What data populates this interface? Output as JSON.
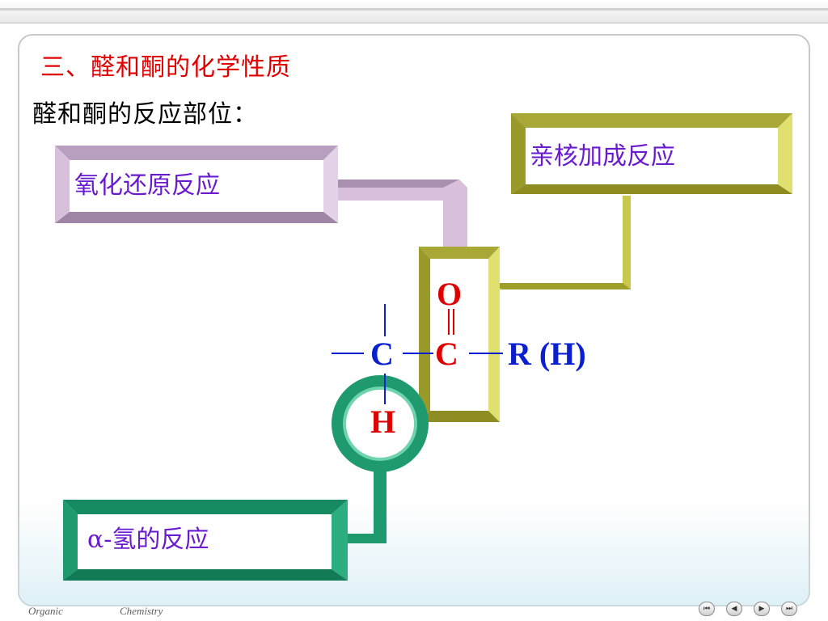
{
  "slide": {
    "title": "三、醛和酮的化学性质",
    "subtitle": "醛和酮的反应部位："
  },
  "boxes": {
    "redox": "氧化还原反应",
    "nucleophilic_addition": "亲核加成反应",
    "alpha_hydrogen": "α-氢的反应"
  },
  "molecule": {
    "oxygen": "O",
    "carbonyl_carbon": "C",
    "alpha_carbon": "C",
    "hydrogen": "H",
    "substituent": "R (H)"
  },
  "footer": {
    "left": "Organic",
    "right": "Chemistry"
  },
  "nav_buttons": [
    "first",
    "previous",
    "next",
    "last"
  ],
  "colors": {
    "title": "#e00000",
    "label": "#6a1bd0",
    "redox_frame": "#c9b0cf",
    "nucleophilic_frame": "#c8c84a",
    "alpha_frame": "#1e9a6e",
    "carbonyl_atoms": "#e00000",
    "carbon_chain": "#0a1fd0"
  }
}
